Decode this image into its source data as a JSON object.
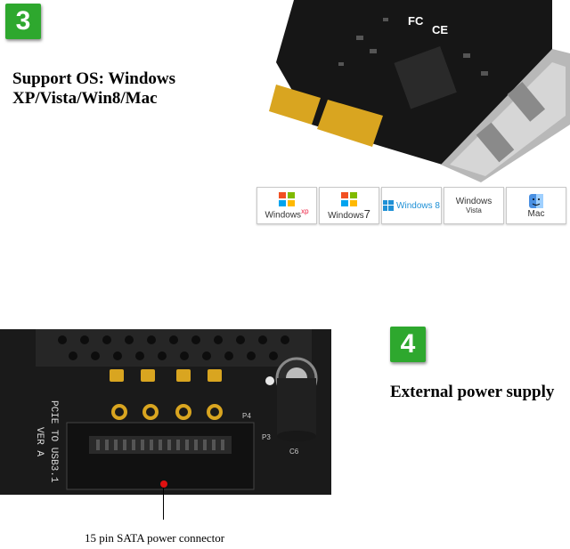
{
  "section_top": {
    "badge": "3",
    "title_line1": "Support OS: Windows",
    "title_line2": "XP/Vista/Win8/Mac",
    "card_marks": [
      "FC",
      "CE"
    ],
    "os_logos": [
      {
        "label": "Windows",
        "suffix": "xp"
      },
      {
        "label": "Windows",
        "suffix": "7"
      },
      {
        "label": "Windows 8",
        "suffix": ""
      },
      {
        "label": "Windows",
        "suffix": "Vista"
      },
      {
        "label": "Mac",
        "suffix": ""
      }
    ]
  },
  "section_bottom": {
    "badge": "4",
    "title": "External power supply",
    "board_text_line1": "PCIE TO USB3.1",
    "board_text_line2": "VER A",
    "board_labels": [
      "P4",
      "P3",
      "C6"
    ],
    "caption": "15 pin SATA power connector"
  },
  "colors": {
    "badge_green": "#2ea82e",
    "pcb_black": "#1a1a1a",
    "gold": "#d9a520",
    "red_dot": "#e01010"
  }
}
